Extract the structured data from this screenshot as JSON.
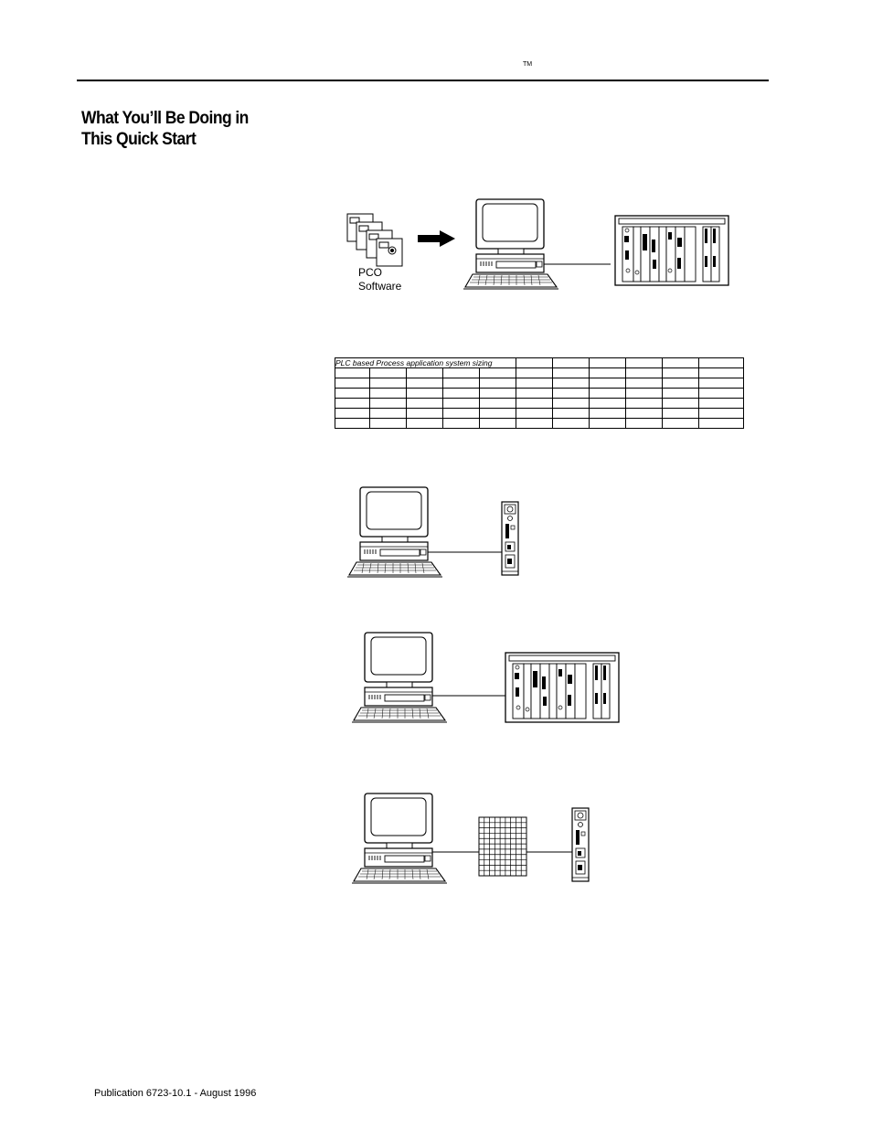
{
  "header": {
    "trademark": "TM"
  },
  "section": {
    "title_line1": "What You’ll Be Doing in",
    "title_line2": "This Quick Start"
  },
  "figure1": {
    "software_line1": "PCO",
    "software_line2": "Software"
  },
  "sizing_table": {
    "caption": "PLC based Process application system sizing",
    "columns": 11,
    "empty_rows": 6
  },
  "footer": {
    "publication": "Publication 6723-10.1 - August 1996"
  }
}
